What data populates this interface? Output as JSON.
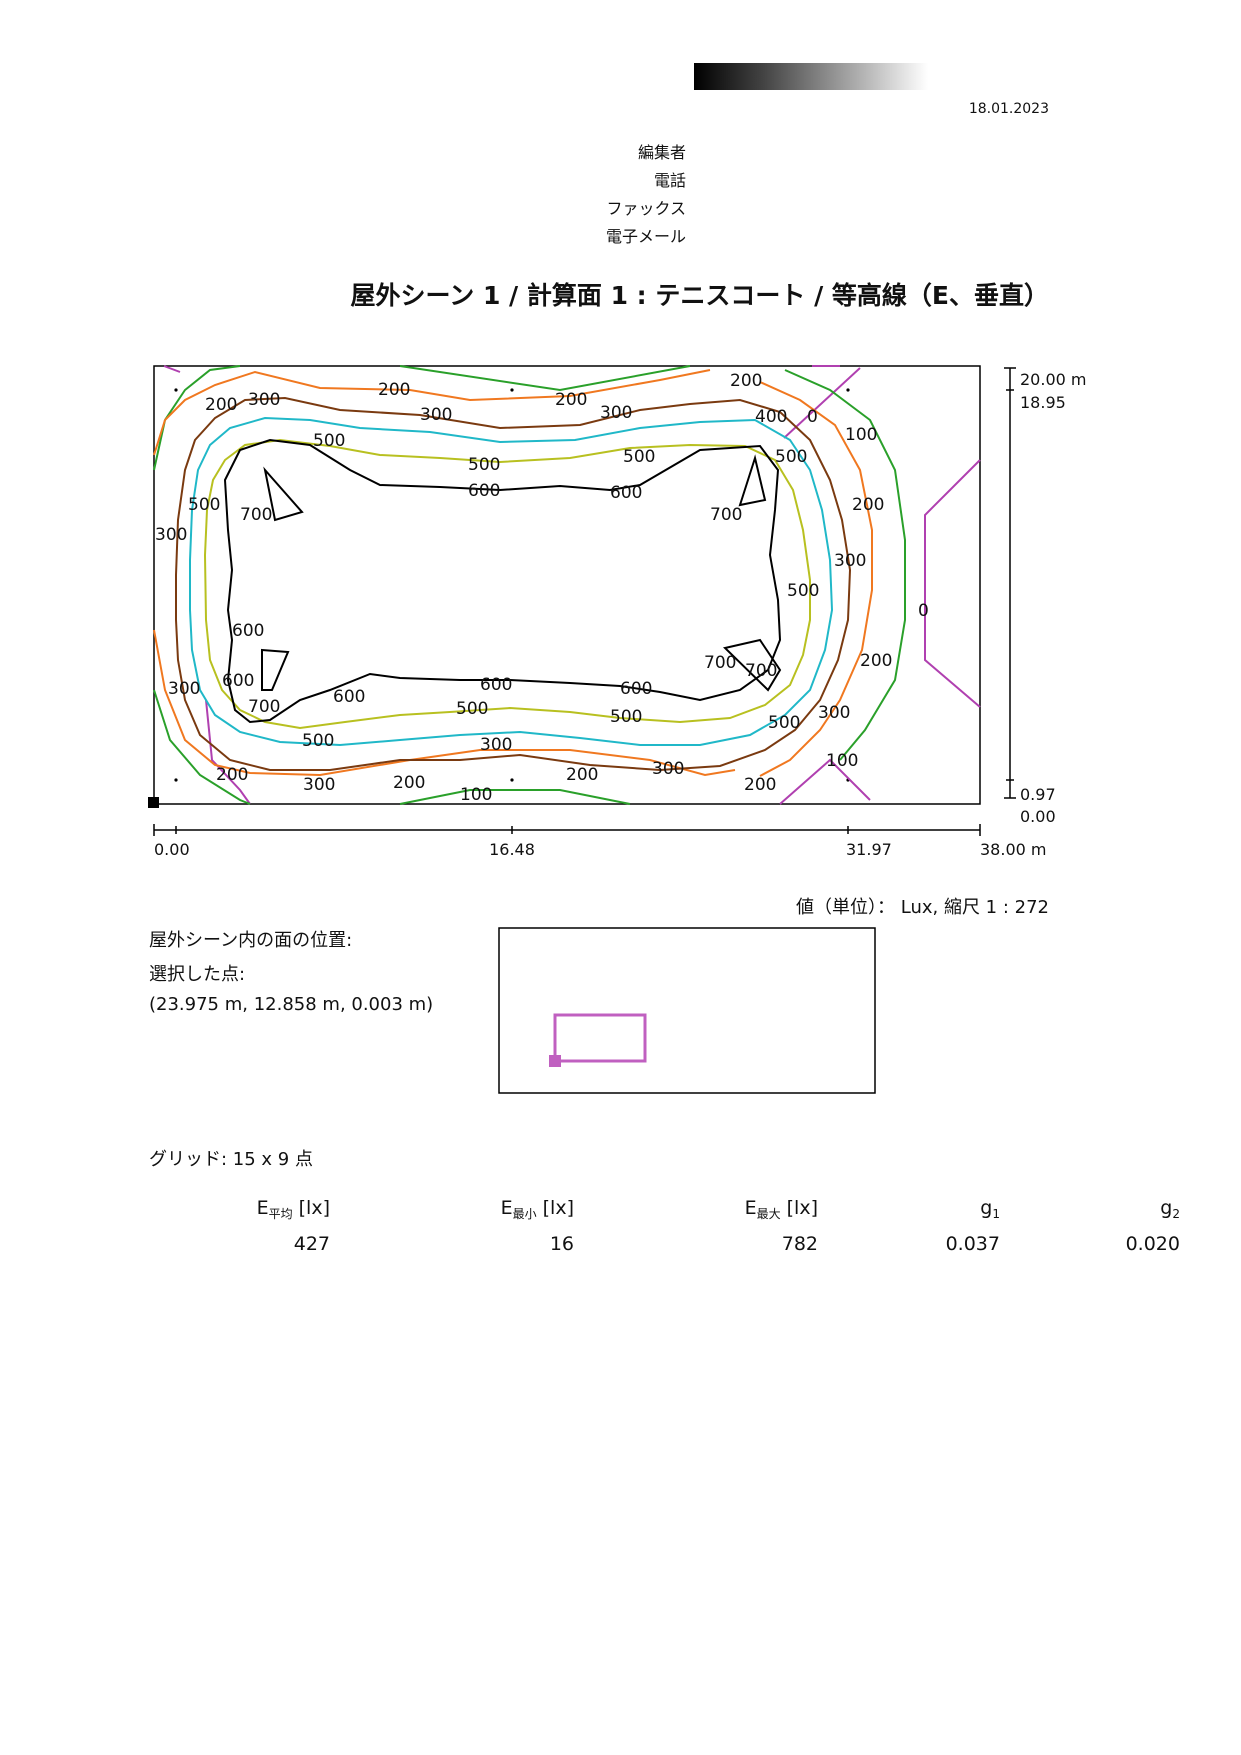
{
  "header": {
    "date": "18.01.2023",
    "contact_labels": [
      "編集者",
      "電話",
      "ファックス",
      "電子メール"
    ]
  },
  "title": "屋外シーン 1 / 計算面 1 : テニスコート / 等高線（E、垂直）",
  "plot": {
    "y_axis_labels": [
      "20.00 m",
      "18.95",
      "0.97",
      "0.00"
    ],
    "x_axis_labels": [
      "0.00",
      "16.48",
      "31.97",
      "38.00 m"
    ],
    "contour_labels": [
      "0",
      "100",
      "200",
      "300",
      "400",
      "500",
      "600",
      "700"
    ],
    "colors": {
      "0": "#b040b0",
      "100": "#2aa02a",
      "200": "#f07820",
      "300": "#7a3a10",
      "400": "#20b8c8",
      "500": "#b8c020",
      "600": "#000000",
      "700": "#000000"
    }
  },
  "units_text": "値（単位）： Lux, 縮尺 1 : 272",
  "position": {
    "label": "屋外シーン内の面の位置:",
    "selected_label": "選択した点:",
    "coords": "(23.975 m, 12.858 m, 0.003 m)"
  },
  "grid_text": "グリッド: 15 x 9 点",
  "stats": {
    "headers": [
      {
        "main": "E",
        "sub": "平均",
        "unit": " [lx]"
      },
      {
        "main": "E",
        "sub": "最小",
        "unit": " [lx]"
      },
      {
        "main": "E",
        "sub": "最大",
        "unit": " [lx]"
      },
      {
        "main": "g",
        "sub": "1",
        "unit": ""
      },
      {
        "main": "g",
        "sub": "2",
        "unit": ""
      }
    ],
    "values": [
      "427",
      "16",
      "782",
      "0.037",
      "0.020"
    ]
  }
}
